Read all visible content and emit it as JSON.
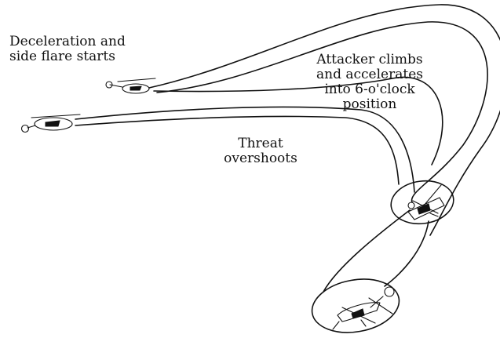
{
  "labels": {
    "deceleration": "Deceleration and\nside flare starts",
    "attacker": "Attacker climbs\nand accelerates\ninto 6-o'clock\nposition",
    "threat": "Threat\novershoots"
  }
}
